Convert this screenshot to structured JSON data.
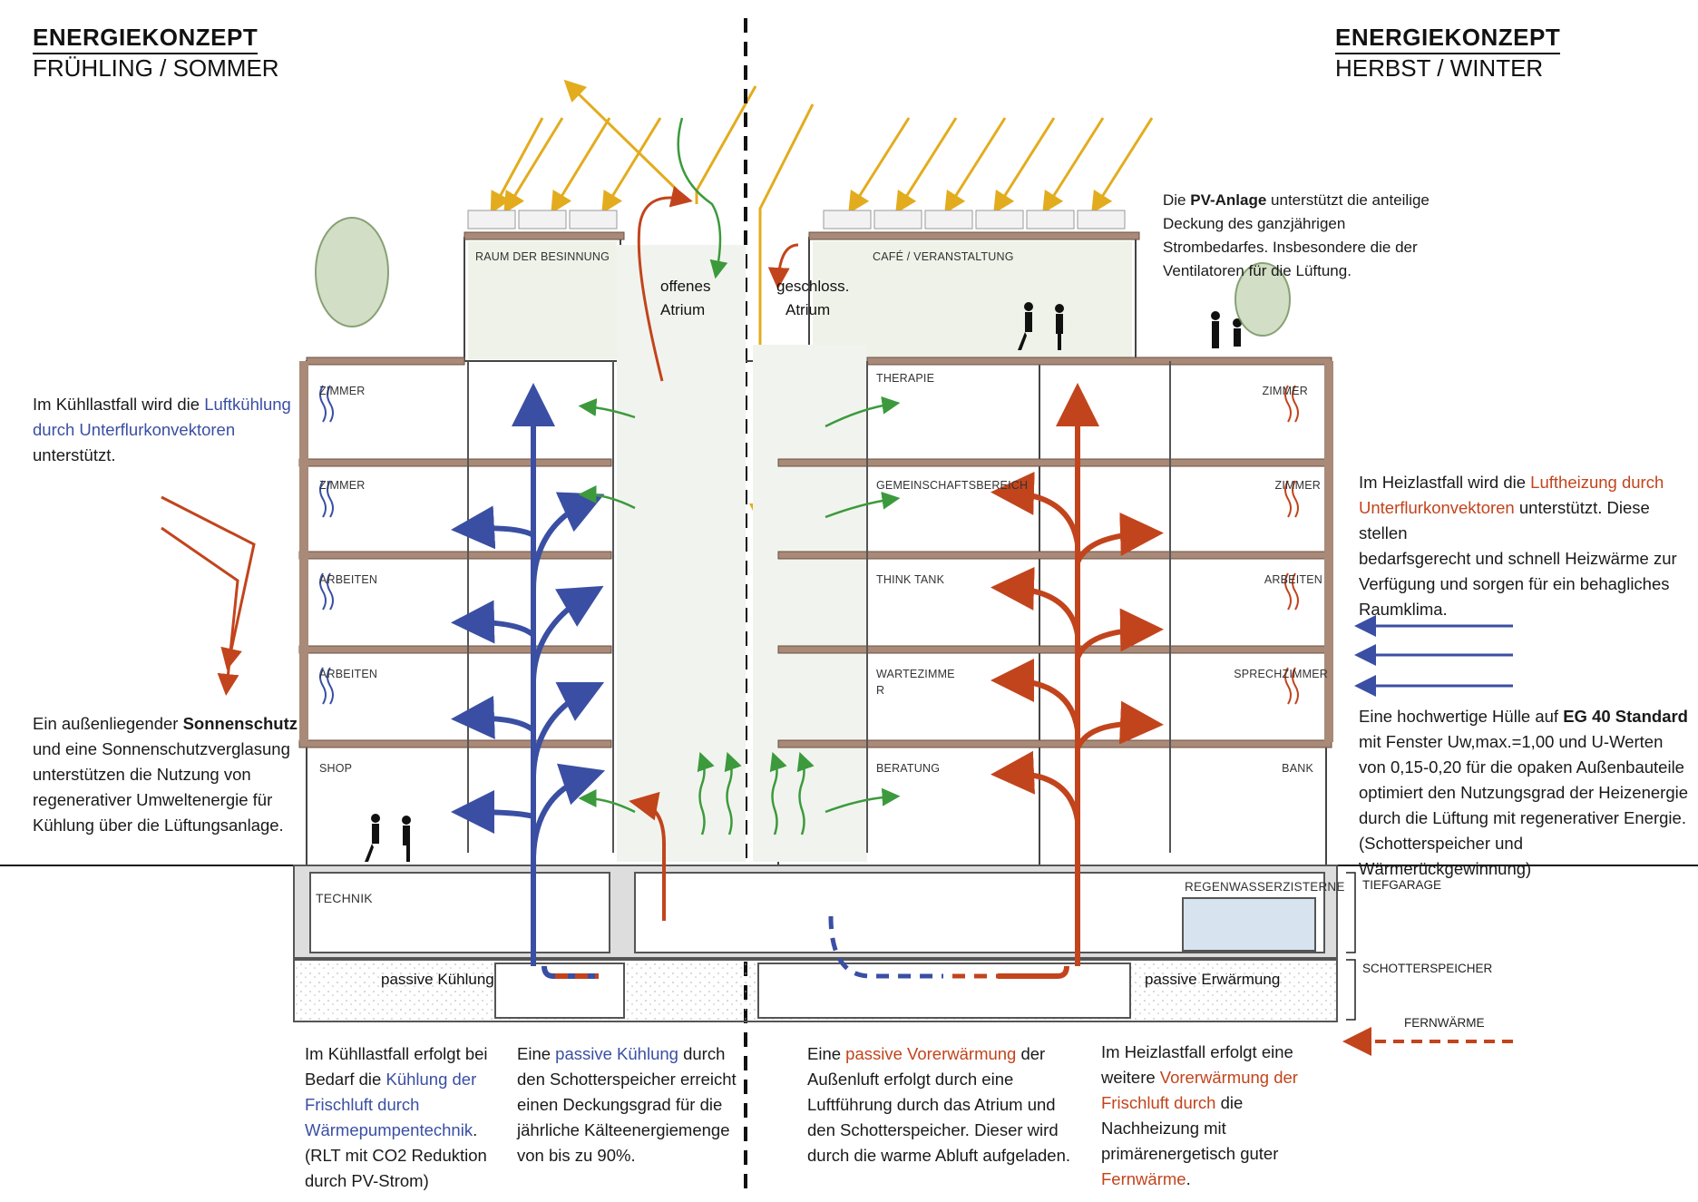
{
  "left_header": {
    "title": "ENERGIEKONZEPT",
    "subtitle": "FRÜHLING / SOMMER"
  },
  "right_header": {
    "title": "ENERGIEKONZEPT",
    "subtitle": "HERBST / WINTER"
  },
  "rooms_left": [
    "ZIMMER",
    "ZIMMER",
    "ARBEITEN",
    "ARBEITEN",
    "SHOP"
  ],
  "rooms_right_inner": [
    "THERAPIE",
    "GEMEINSCHAFTSBEREICH",
    "THINK TANK",
    "WARTEZIMME",
    "BERATUNG"
  ],
  "room_right_inner_wrap": "R",
  "rooms_right_outer": [
    "ZIMMER",
    "ZIMMER",
    "ARBEITEN",
    "SPRECHZIMMER",
    "BANK"
  ],
  "top_rooms": {
    "left": "RAUM DER BESINNUNG",
    "right": "CAFÉ / VERANSTALTUNG"
  },
  "atrium": {
    "open_1": "offenes",
    "open_2": "Atrium",
    "closed_1": "geschloss.",
    "closed_2": "Atrium"
  },
  "basement": {
    "technik": "TECHNIK",
    "cistern": "REGENWASSERZISTERNE",
    "passive_cool": "passive Kühlung",
    "passive_warm": "passive Erwärmung"
  },
  "side_labels": {
    "tiefgarage": "TIEFGARAGE",
    "schotter": "SCHOTTERSPEICHER",
    "fernwaerme": "FERNWÄRME"
  },
  "texts": {
    "pv_1": "Die ",
    "pv_b": "PV-Anlage",
    "pv_2": " unterstützt die anteilige",
    "pv_l2": "Deckung des ganzjährigen",
    "pv_l3": "Strombedarfes. Insbesondere die der",
    "pv_l4": "Ventilatoren für die Lüftung.",
    "kuehl_l1a": "Im Kühllastfall wird die ",
    "kuehl_l1b": "Luftkühlung",
    "kuehl_l2": "durch Unterflurkonvektoren",
    "kuehl_l3": "unterstützt.",
    "sonne_l1a": "Ein außenliegender ",
    "sonne_l1b": "Sonnenschutz",
    "sonne_l2": "und eine Sonnenschutzverglasung",
    "sonne_l3": "unterstützen die Nutzung von",
    "sonne_l4": "regenerativer Umweltenergie für",
    "sonne_l5": "Kühlung über die Lüftungsanlage.",
    "heiz_l1a": "Im Heizlastfall wird die ",
    "heiz_l1b": "Luftheizung durch",
    "heiz_l2a": "Unterflurkonvektoren",
    "heiz_l2b": " unterstützt. Diese stellen",
    "heiz_l3": "bedarfsgerecht und schnell Heizwärme zur",
    "heiz_l4": "Verfügung und sorgen für ein behagliches",
    "heiz_l5": "Raumklima.",
    "eg_l1a": "Eine hochwertige Hülle auf ",
    "eg_l1b": "EG 40 Standard",
    "eg_l2": "mit Fenster Uw,max.=1,00 und U-Werten",
    "eg_l3": "von 0,15-0,20 für die opaken Außenbauteile",
    "eg_l4": "optimiert den Nutzungsgrad der Heizenergie",
    "eg_l5": "durch die Lüftung mit regenerativer Energie.",
    "eg_l6": "(Schotterspeicher und Wärmerückgewinnung)",
    "b1_l1": "Im Kühllastfall erfolgt bei",
    "b1_l2a": "Bedarf die ",
    "b1_l2b": "Kühlung der",
    "b1_l3": "Frischluft durch",
    "b1_l4": "Wärmepumpentechnik",
    "b1_l4c": ".",
    "b1_l5": "(RLT mit CO2 Reduktion",
    "b1_l6": "durch PV-Strom)",
    "b2_l1a": "Eine ",
    "b2_l1b": "passive Kühlung",
    "b2_l1c": " durch",
    "b2_l2": "den Schotterspeicher erreicht",
    "b2_l3": "einen Deckungsgrad für die",
    "b2_l4": "jährliche Kälteenergiemenge",
    "b2_l5": "von bis zu 90%.",
    "b3_l1a": "Eine ",
    "b3_l1b": "passive Vorerwärmung",
    "b3_l1c": " der",
    "b3_l2": "Außenluft erfolgt durch eine",
    "b3_l3": "Luftführung durch das Atrium und",
    "b3_l4": "den Schotterspeicher. Dieser wird",
    "b3_l5": "durch die warme Abluft aufgeladen.",
    "b4_l1": "Im Heizlastfall erfolgt eine",
    "b4_l2a": "weitere ",
    "b4_l2b": "Vorerwärmung der",
    "b4_l3a": "Frischluft durch",
    "b4_l3b": " die",
    "b4_l4": "Nachheizung mit",
    "b4_l5": "primärenergetisch guter",
    "b4_l6": "Fernwärme",
    "b4_l6c": "."
  },
  "colors": {
    "cool": "#3a4fa3",
    "warm": "#c2441c",
    "sun": "#e3ac1e",
    "green": "#3c9a3c",
    "slab": "#9a7b6a"
  }
}
